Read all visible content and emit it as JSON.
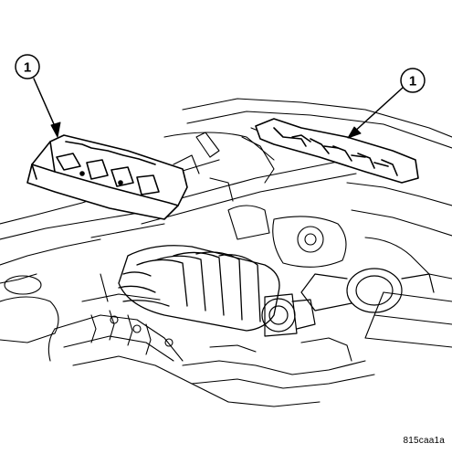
{
  "diagram": {
    "callouts": [
      {
        "number": "1",
        "target": "left-fuel-rail-cover"
      },
      {
        "number": "1",
        "target": "right-fuel-rail-cover"
      }
    ],
    "figure_code": "815caa1a",
    "colors": {
      "line": "#000000",
      "background": "#ffffff",
      "shade": "#e8e8e8"
    }
  }
}
